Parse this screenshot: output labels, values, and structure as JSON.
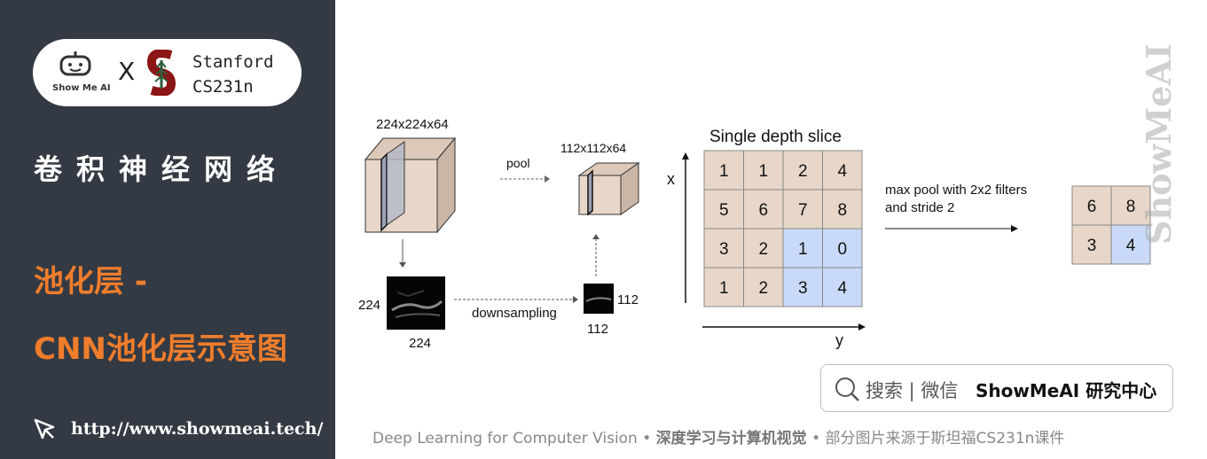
{
  "brand": {
    "showmeai_label": "Show Me AI",
    "x_mark": "X",
    "stanford_line1": "Stanford",
    "stanford_line2": "CS231n"
  },
  "sidebar": {
    "course_title": "卷积神经网络",
    "section_line1": "池化层 -",
    "section_line2": "CNN池化层示意图",
    "url": "http://www.showmeai.tech/"
  },
  "diagram": {
    "input_volume_label": "224x224x64",
    "pool_label": "pool",
    "output_volume_label": "112x112x64",
    "input_slice_width": "224",
    "input_slice_height": "224",
    "downsampling_label": "downsampling",
    "output_slice_width": "112",
    "output_slice_height": "112",
    "slice_title": "Single depth slice",
    "axis_x": "x",
    "axis_y": "y",
    "grid": [
      [
        "1",
        "1",
        "2",
        "4"
      ],
      [
        "5",
        "6",
        "7",
        "8"
      ],
      [
        "3",
        "2",
        "1",
        "0"
      ],
      [
        "1",
        "2",
        "3",
        "4"
      ]
    ],
    "maxpool_line1": "max pool with 2x2 filters",
    "maxpool_line2": "and stride 2",
    "result": [
      [
        "6",
        "8"
      ],
      [
        "3",
        "4"
      ]
    ],
    "colors": {
      "tan": "#e8d7c9",
      "blue": "#c9daf8",
      "box_side": "#d9c7b8"
    }
  },
  "search": {
    "label": "搜索 | 微信",
    "brand": "ShowMeAI 研究中心"
  },
  "footer": {
    "part1": "Deep Learning for Computer Vision",
    "sep": " • ",
    "part2": "深度学习与计算机视觉",
    "part3": "部分图片来源于斯坦福CS231n课件"
  },
  "watermark": "ShowMeAI"
}
